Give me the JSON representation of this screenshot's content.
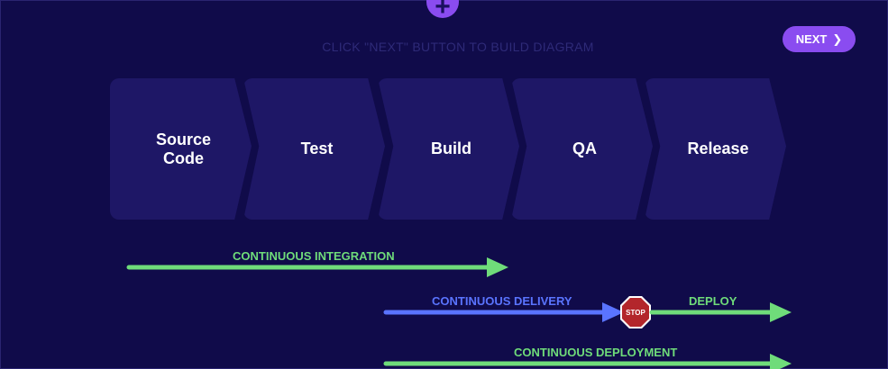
{
  "controls": {
    "instruction": "CLICK \"NEXT\" BUTTON TO BUILD DIAGRAM",
    "next_label": "NEXT",
    "next_icon": "chevron-right-icon",
    "add_icon": "plus-icon"
  },
  "pipeline": {
    "stages": [
      {
        "line1": "Source",
        "line2": "Code"
      },
      {
        "line1": "Test",
        "line2": ""
      },
      {
        "line1": "Build",
        "line2": ""
      },
      {
        "line1": "QA",
        "line2": ""
      },
      {
        "line1": "Release",
        "line2": ""
      }
    ]
  },
  "flows": {
    "continuous_integration": "CONTINUOUS INTEGRATION",
    "continuous_delivery": "CONTINUOUS DELIVERY",
    "stop": "STOP",
    "deploy": "DEPLOY",
    "continuous_deployment": "CONTINUOUS DEPLOYMENT"
  },
  "colors": {
    "background": "#100b4a",
    "stage": "#1e1766",
    "accent": "#8a4cf0",
    "green_arrow": "#6fdc7a",
    "blue_arrow": "#5a74ff",
    "stop_sign": "#b3262b"
  }
}
